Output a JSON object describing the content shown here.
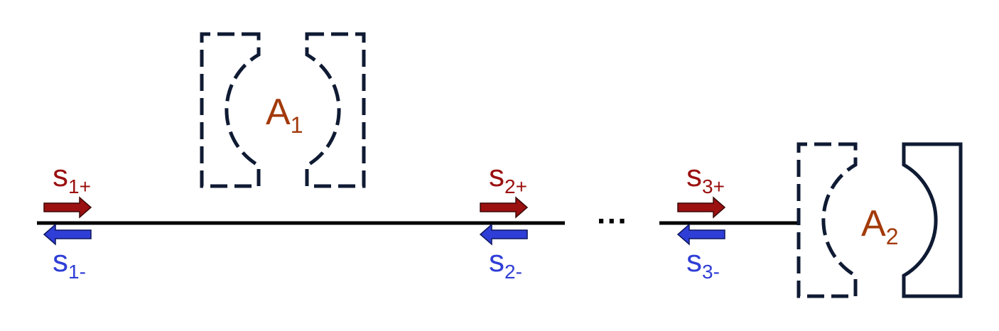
{
  "colors": {
    "line": "#000000",
    "outline": "#0f1a33",
    "forward": "#9b1010",
    "backward": "#2f3ed6",
    "resonator_label": "#a33a0a"
  },
  "resonators": [
    {
      "base": "A",
      "sub": "1"
    },
    {
      "base": "A",
      "sub": "2"
    }
  ],
  "ports": [
    {
      "plus_base": "s",
      "plus_sub": "1+",
      "minus_base": "s",
      "minus_sub": "1-"
    },
    {
      "plus_base": "s",
      "plus_sub": "2+",
      "minus_base": "s",
      "minus_sub": "2-"
    },
    {
      "plus_base": "s",
      "plus_sub": "3+",
      "minus_base": "s",
      "minus_sub": "3-"
    }
  ],
  "ellipsis": "···"
}
